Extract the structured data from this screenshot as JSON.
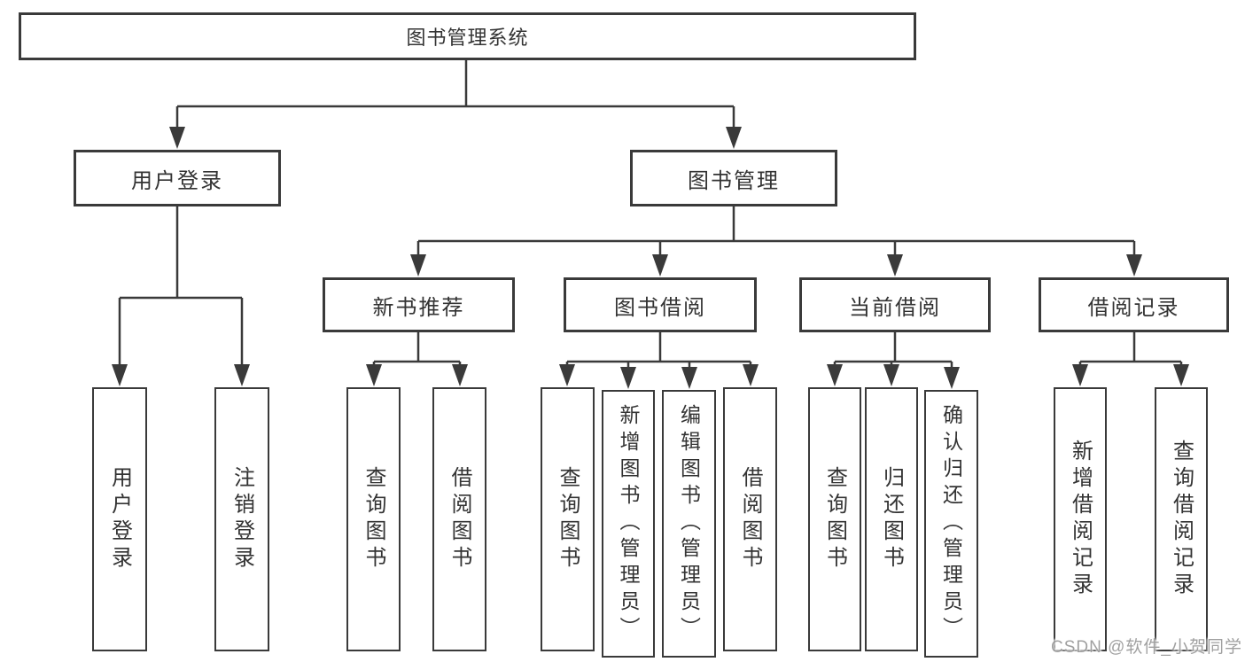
{
  "tree": {
    "root": {
      "label": "图书管理系统"
    },
    "branches": [
      {
        "label": "用户登录",
        "children": [
          {
            "label": "用户登录"
          },
          {
            "label": "注销登录"
          }
        ]
      },
      {
        "label": "图书管理",
        "groups": [
          {
            "label": "新书推荐",
            "children": [
              {
                "label": "查询图书"
              },
              {
                "label": "借阅图书"
              }
            ]
          },
          {
            "label": "图书借阅",
            "children": [
              {
                "label": "查询图书"
              },
              {
                "label": "新增图书（管理员）"
              },
              {
                "label": "编辑图书（管理员）"
              },
              {
                "label": "借阅图书"
              }
            ]
          },
          {
            "label": "当前借阅",
            "children": [
              {
                "label": "查询图书"
              },
              {
                "label": "归还图书"
              },
              {
                "label": "确认归还（管理员）"
              }
            ]
          },
          {
            "label": "借阅记录",
            "children": [
              {
                "label": "新增借阅记录"
              },
              {
                "label": "查询借阅记录"
              }
            ]
          }
        ]
      }
    ]
  },
  "watermark": {
    "text": "CSDN @软件_小贺同学"
  },
  "colors": {
    "line": "#3a3a3a",
    "box_border": "#3a3a3a",
    "text": "#333333",
    "background": "#ffffff",
    "watermark_text": "#969696"
  }
}
